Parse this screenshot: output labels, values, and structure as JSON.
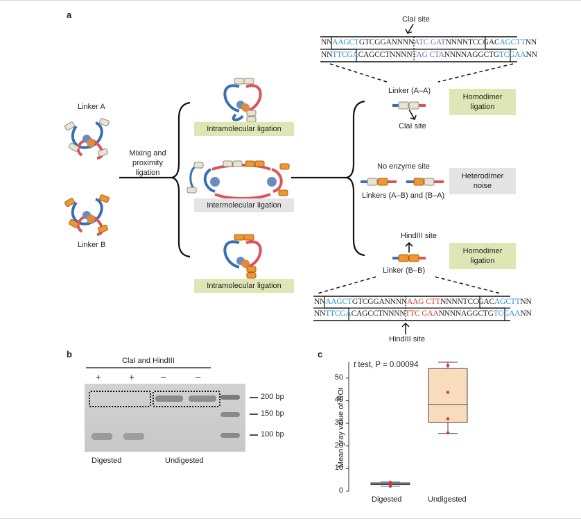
{
  "panel_labels": {
    "a": "a",
    "b": "b",
    "c": "c"
  },
  "panel_a": {
    "linker_a_label": "Linker A",
    "linker_b_label": "Linker B",
    "mixing_label": "Mixing and\nproximity\nligation",
    "intramolecular_top": "Intramolecular ligation",
    "intermolecular": "Intermolecular ligation",
    "intramolecular_bottom": "Intramolecular ligation",
    "homodimer_top": "Homodimer\nligation",
    "heterodimer": "Heterodimer\nnoise",
    "homodimer_bottom": "Homodimer\nligation",
    "linker_aa": "Linker (A–A)",
    "clai_site_small": "ClaI site",
    "no_enzyme_site": "No enzyme site",
    "linkers_ab_ba": "Linkers (A–B) and (B–A)",
    "hindiii_site_small": "HindIII site",
    "linker_bb": "Linker (B–B)",
    "clai_site_top": "ClaI site",
    "hindiii_site_bottom": "HindIII site",
    "colors": {
      "blue_strand": "#3a6fb0",
      "red_strand": "#d9545a",
      "linker_a": "#ece3cf",
      "linker_b": "#f0952f",
      "green_box": "#dde6b4",
      "grey_box": "#e4e4e4"
    }
  },
  "sequence_top": {
    "row1": [
      {
        "t": "NN",
        "c": ""
      },
      {
        "t": "AAGCT",
        "c": "blue"
      },
      {
        "t": "GTCGGANNNN",
        "c": ""
      },
      {
        "t": "ATC",
        "c": "purple"
      },
      {
        "t": " ",
        "c": ""
      },
      {
        "t": "GAT",
        "c": "purple"
      },
      {
        "t": "NNNNTCCGAC",
        "c": ""
      },
      {
        "t": "AGCTT",
        "c": "blue"
      },
      {
        "t": "NN",
        "c": ""
      }
    ],
    "row2": [
      {
        "t": "NN",
        "c": ""
      },
      {
        "t": "TTCGA",
        "c": "blue"
      },
      {
        "t": "CAGCCTNNNN",
        "c": ""
      },
      {
        "t": "TAG",
        "c": "purple"
      },
      {
        "t": " ",
        "c": ""
      },
      {
        "t": "CTA",
        "c": "purple"
      },
      {
        "t": "NNNNAGGCTG",
        "c": ""
      },
      {
        "t": "TCGAA",
        "c": "blue"
      },
      {
        "t": "NN",
        "c": ""
      }
    ]
  },
  "sequence_bottom": {
    "row1": [
      {
        "t": "NN",
        "c": ""
      },
      {
        "t": "AAGCT",
        "c": "blue"
      },
      {
        "t": "GTCGGANNNN",
        "c": ""
      },
      {
        "t": "AAG",
        "c": "red"
      },
      {
        "t": " ",
        "c": ""
      },
      {
        "t": "CTT",
        "c": "red"
      },
      {
        "t": "NNNNTCCGAC",
        "c": ""
      },
      {
        "t": "AGCTT",
        "c": "blue"
      },
      {
        "t": "NN",
        "c": ""
      }
    ],
    "row2": [
      {
        "t": "NN",
        "c": ""
      },
      {
        "t": "TTCGA",
        "c": "blue"
      },
      {
        "t": "CAGCCTNNNN",
        "c": ""
      },
      {
        "t": "TTC",
        "c": "red"
      },
      {
        "t": " ",
        "c": ""
      },
      {
        "t": "GAA",
        "c": "red"
      },
      {
        "t": "NNNNAGGCTG",
        "c": ""
      },
      {
        "t": "TCGAA",
        "c": "blue"
      },
      {
        "t": "NN",
        "c": ""
      }
    ]
  },
  "panel_b": {
    "enzymes": "ClaI and HindIII",
    "lanes": [
      "+",
      "+",
      "–",
      "–"
    ],
    "markers": [
      "200 bp",
      "150 bp",
      "100 bp"
    ],
    "digested": "Digested",
    "undigested": "Undigested"
  },
  "chart_data": {
    "type": "box",
    "annotation_prefix": "t",
    "annotation_rest": " test, P = 0.00094",
    "ylabel": "Mean gray value of ROI",
    "categories": [
      "Digested",
      "Undigested"
    ],
    "ylim": [
      0,
      57
    ],
    "yticks": [
      0,
      10,
      20,
      30,
      40,
      50
    ],
    "boxes": [
      {
        "name": "Digested",
        "min": 2.2,
        "q1": 2.9,
        "median": 3.2,
        "q3": 3.7,
        "max": 4.1,
        "points": [
          2.2,
          3.0,
          3.4,
          4.0
        ],
        "fill": "#a9c27f",
        "whisker_color": "#2a5fb8"
      },
      {
        "name": "Undigested",
        "min": 25.5,
        "q1": 30.5,
        "median": 38.3,
        "q3": 54.2,
        "max": 57.0,
        "points": [
          25.8,
          32.0,
          43.7,
          55.5
        ],
        "fill": "#f9dcbc",
        "whisker_color": "#444444"
      }
    ],
    "point_color": "#d9362b"
  }
}
